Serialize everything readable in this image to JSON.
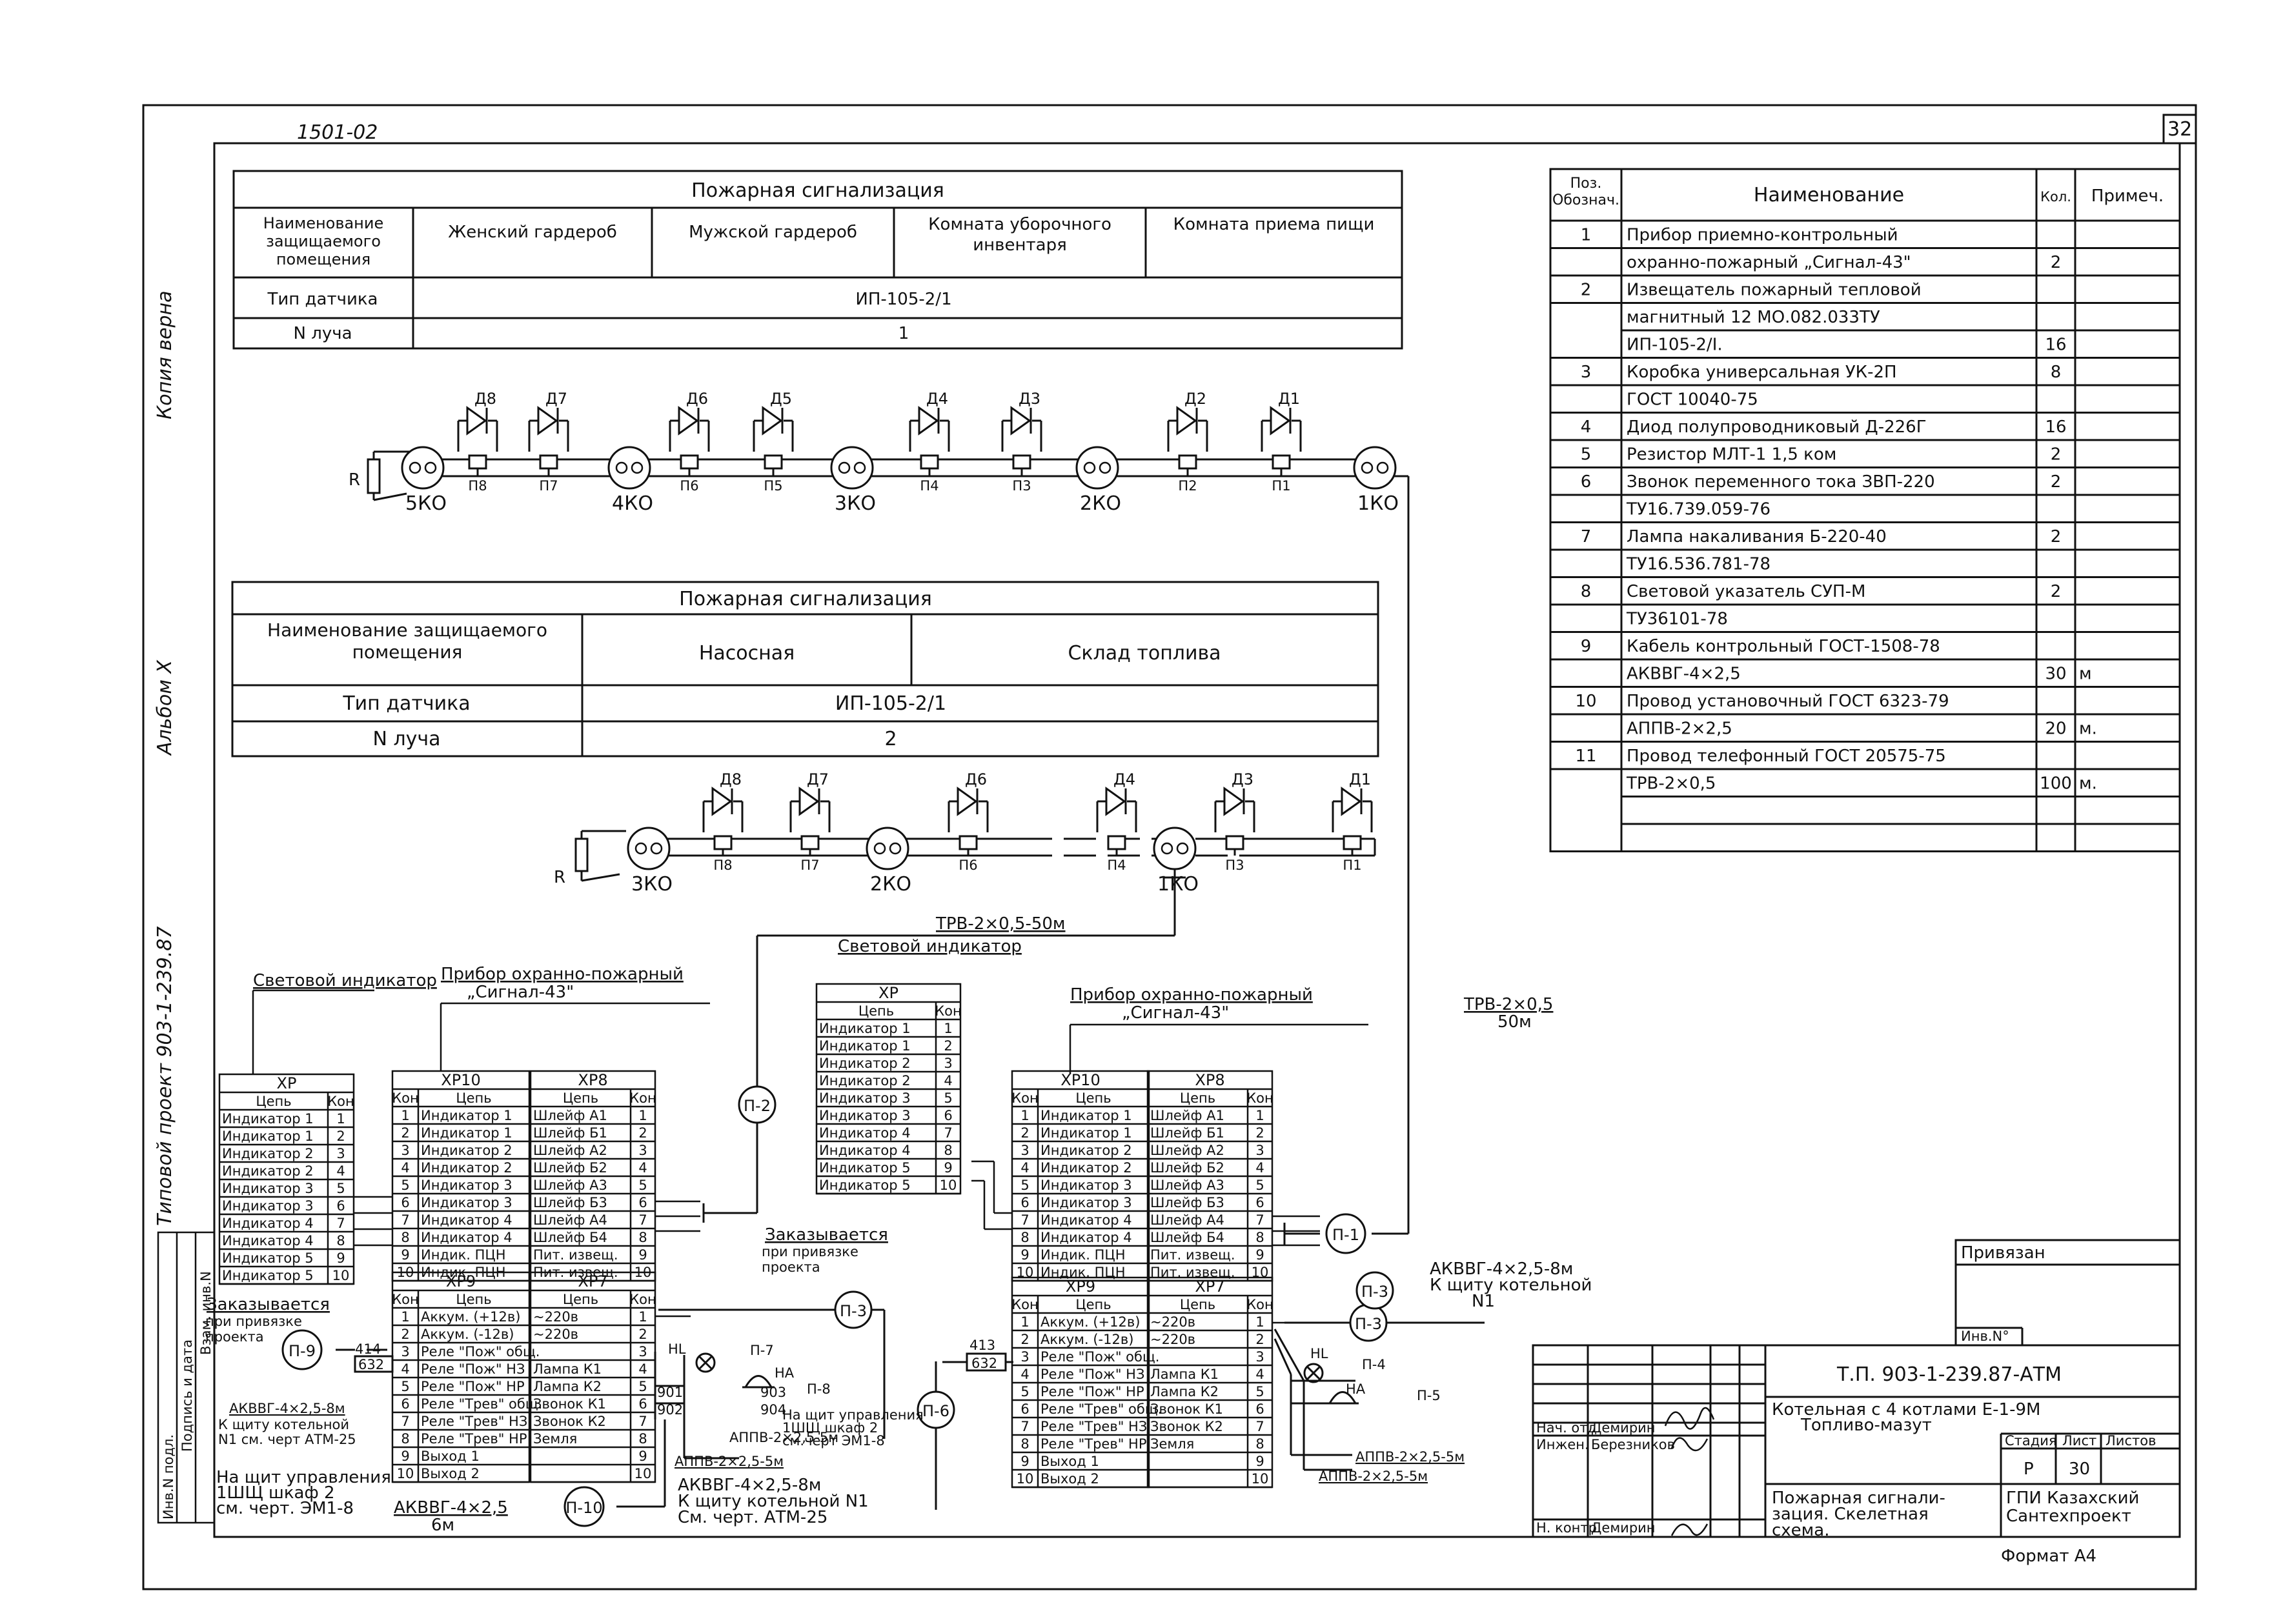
{
  "sheet": {
    "top_code": "1501-02",
    "sheet_number": "32",
    "format": "Формат А4"
  },
  "side": {
    "copy": "Копия верна",
    "album": "Альбом X",
    "project": "Типовой проект 903-1-239.87",
    "stamp_cols": [
      "Инв.N подл.",
      "Подпись и дата",
      "Взам. инв.N"
    ]
  },
  "table1": {
    "title": "Пожарная сигнализация",
    "row_label_room": "Наименование защищаемого помещения",
    "rooms": [
      "Женский гардероб",
      "Мужской гардероб",
      "Комната уборочного инвентаря",
      "Комната приема пищи"
    ],
    "row_label_type": "Тип датчика",
    "type_value": "ИП-105-2/1",
    "row_label_beam": "N луча",
    "beam_value": "1"
  },
  "table2": {
    "title": "Пожарная сигнализация",
    "row_label_room": "Наименование защищаемого помещения",
    "rooms": [
      "Насосная",
      "Склад топлива"
    ],
    "row_label_type": "Тип датчика",
    "type_value": "ИП-105-2/1",
    "row_label_beam": "N луча",
    "beam_value": "2"
  },
  "loop1": {
    "resistor": "R",
    "boxes": [
      "5КО",
      "4КО",
      "3КО",
      "2КО",
      "1КО"
    ],
    "diodes": [
      "Д8",
      "Д7",
      "Д6",
      "Д5",
      "Д4",
      "Д3",
      "Д2",
      "Д1"
    ],
    "detectors": [
      "П8",
      "П7",
      "П6",
      "П5",
      "П4",
      "П3",
      "П2",
      "П1"
    ]
  },
  "loop2": {
    "resistor": "R",
    "boxes": [
      "3КО",
      "2КО",
      "1КО"
    ],
    "diodes": [
      "Д8",
      "Д7",
      "Д6",
      "Д4",
      "Д3",
      "Д1"
    ],
    "detectors": [
      "П8",
      "П7",
      "П6",
      "П4",
      "П3",
      "П1"
    ]
  },
  "spec": {
    "headers": [
      "Поз. Обознач.",
      "Наименование",
      "Кол.",
      "Примеч."
    ],
    "rows": [
      {
        "pos": "1",
        "name": "Прибор приемно-контрольный",
        "qty": "",
        "note": ""
      },
      {
        "pos": "",
        "name": "охранно-пожарный „Сигнал-43\"",
        "qty": "2",
        "note": ""
      },
      {
        "pos": "2",
        "name": "Извещатель пожарный тепловой",
        "qty": "",
        "note": ""
      },
      {
        "pos": "",
        "name": "магнитный 12 МО.082.033ТУ",
        "qty": "",
        "note": ""
      },
      {
        "pos": "",
        "name": "ИП-105-2/I.",
        "qty": "16",
        "note": ""
      },
      {
        "pos": "3",
        "name": "Коробка универсальная УК-2П",
        "qty": "8",
        "note": ""
      },
      {
        "pos": "",
        "name": "ГОСТ 10040-75",
        "qty": "",
        "note": ""
      },
      {
        "pos": "4",
        "name": "Диод полупроводниковый Д-226Г",
        "qty": "16",
        "note": ""
      },
      {
        "pos": "5",
        "name": "Резистор МЛТ-1 1,5 ком",
        "qty": "2",
        "note": ""
      },
      {
        "pos": "6",
        "name": "Звонок переменного тока ЗВП-220",
        "qty": "2",
        "note": ""
      },
      {
        "pos": "",
        "name": "ТУ16.739.059-76",
        "qty": "",
        "note": ""
      },
      {
        "pos": "7",
        "name": "Лампа накаливания Б-220-40",
        "qty": "2",
        "note": ""
      },
      {
        "pos": "",
        "name": "ТУ16.536.781-78",
        "qty": "",
        "note": ""
      },
      {
        "pos": "8",
        "name": "Световой указатель СУП-М",
        "qty": "2",
        "note": ""
      },
      {
        "pos": "",
        "name": "ТУ36101-78",
        "qty": "",
        "note": ""
      },
      {
        "pos": "9",
        "name": "Кабель контрольный ГОСТ-1508-78",
        "qty": "",
        "note": ""
      },
      {
        "pos": "",
        "name": "АКВВГ-4×2,5",
        "qty": "30",
        "note": "м"
      },
      {
        "pos": "10",
        "name": "Провод установочный ГОСТ 6323-79",
        "qty": "",
        "note": ""
      },
      {
        "pos": "",
        "name": "АППВ-2×2,5",
        "qty": "20",
        "note": "м."
      },
      {
        "pos": "11",
        "name": "Провод телефонный ГОСТ 20575-75",
        "qty": "",
        "note": ""
      },
      {
        "pos": "",
        "name": "ТРВ-2×0,5",
        "qty": "100",
        "note": "м."
      },
      {
        "pos": "",
        "name": "",
        "qty": "",
        "note": ""
      },
      {
        "pos": "",
        "name": "",
        "qty": "",
        "note": ""
      }
    ]
  },
  "labels": {
    "svetovoy": "Световой индикатор",
    "pribor": "Прибор охранно-пожарный",
    "signal": "„Сигнал-43\"",
    "zakaz": "Заказывается",
    "zakaz_sub": "при привязке проекта",
    "trv_a": "ТРВ-2×0,5-50м",
    "trv_b": "ТРВ-2×0,5",
    "trv_b2": "50м",
    "akvvg8_a": "АКВВГ-4×2,5-8м",
    "akvvg8_b": "К щиту котельной",
    "akvvg8_c": "N1",
    "akvvg_left_a": "АКВВГ-4×2,5-8м",
    "akvvg_left_b": "К щиту котельной",
    "akvvg_left_c": "N1 см. черт АТМ-25",
    "akvvg_mid_a": "АКВВГ-4×2,5-8м",
    "akvvg_mid_b": "К щиту котельной N1",
    "akvvg_mid_c": "См. черт. АТМ-25",
    "akvvg6_a": "АКВВГ-4×2,5",
    "akvvg6_b": "6м",
    "appv_a": "АППВ-2×2,5-5м",
    "appv_b": "АППВ-2×2,5-5м",
    "appv_c": "АППВ-2×2,5-5м",
    "appv_d": "АППВ-2×2,5-5м",
    "na_shit_a": "На щит управления",
    "na_shit_b": "1ШЩ шкаф 2",
    "na_shit_c": "см. черт. ЭМ1-8",
    "na_shit2_a": "На щит управления",
    "na_shit2_b": "1ШЩ шкаф 2",
    "na_shit2_c": "см.черт ЭМ1-8",
    "hl": "НL",
    "ha": "НА",
    "n414": "414",
    "n632": "632",
    "n413": "413",
    "n632b": "632",
    "n901": "901",
    "n902": "902",
    "n903": "903",
    "n904": "904",
    "p1": "П-1",
    "p2": "П-2",
    "p3": "П-3",
    "p3b": "П-3",
    "p3c": "П-3",
    "p4": "П-4",
    "p5": "П-5",
    "p6": "П-6",
    "p7": "П-7",
    "p8": "П-8",
    "p9": "П-9",
    "p10": "П-10"
  },
  "xp_ind": {
    "title": "ХР",
    "headers": [
      "Цепь",
      "Кон"
    ],
    "rows": [
      [
        "Индикатор 1",
        "1"
      ],
      [
        "Индикатор 1",
        "2"
      ],
      [
        "Индикатор 2",
        "3"
      ],
      [
        "Индикатор 2",
        "4"
      ],
      [
        "Индикатор 3",
        "5"
      ],
      [
        "Индикатор 3",
        "6"
      ],
      [
        "Индикатор 4",
        "7"
      ],
      [
        "Индикатор 4",
        "8"
      ],
      [
        "Индикатор 5",
        "9"
      ],
      [
        "Индикатор 5",
        "10"
      ]
    ]
  },
  "xp10": {
    "title": "ХР10",
    "headers": [
      "Кон",
      "Цепь"
    ],
    "rows": [
      [
        "1",
        "Индикатор 1"
      ],
      [
        "2",
        "Индикатор 1"
      ],
      [
        "3",
        "Индикатор 2"
      ],
      [
        "4",
        "Индикатор 2"
      ],
      [
        "5",
        "Индикатор 3"
      ],
      [
        "6",
        "Индикатор 3"
      ],
      [
        "7",
        "Индикатор 4"
      ],
      [
        "8",
        "Индикатор 4"
      ],
      [
        "9",
        "Индик. ПЦН"
      ],
      [
        "10",
        "Индик. ПЦН"
      ]
    ]
  },
  "xp8": {
    "title": "ХР8",
    "headers": [
      "Цепь",
      "Кон"
    ],
    "rows": [
      [
        "Шлейф А1",
        "1"
      ],
      [
        "Шлейф Б1",
        "2"
      ],
      [
        "Шлейф А2",
        "3"
      ],
      [
        "Шлейф Б2",
        "4"
      ],
      [
        "Шлейф А3",
        "5"
      ],
      [
        "Шлейф Б3",
        "6"
      ],
      [
        "Шлейф А4",
        "7"
      ],
      [
        "Шлейф Б4",
        "8"
      ],
      [
        "Пит. извещ.",
        "9"
      ],
      [
        "Пит. извещ.",
        "10"
      ]
    ]
  },
  "xp9": {
    "title": "ХР9",
    "headers": [
      "Кон",
      "Цепь"
    ],
    "rows": [
      [
        "1",
        "Аккум. (+12в)"
      ],
      [
        "2",
        "Аккум. (-12в)"
      ],
      [
        "3",
        "Реле \"Пож\" общ."
      ],
      [
        "4",
        "Реле \"Пож\" НЗ"
      ],
      [
        "5",
        "Реле \"Пож\" НР"
      ],
      [
        "6",
        "Реле \"Трев\" общ."
      ],
      [
        "7",
        "Реле \"Трев\" НЗ"
      ],
      [
        "8",
        "Реле \"Трев\" НР"
      ],
      [
        "9",
        "Выход 1"
      ],
      [
        "10",
        "Выход 2"
      ]
    ]
  },
  "xp7": {
    "title": "ХР7",
    "headers": [
      "Цепь",
      "Кон"
    ],
    "rows": [
      [
        "~220в",
        "1"
      ],
      [
        "~220в",
        "2"
      ],
      [
        "",
        "3"
      ],
      [
        "Лампа К1",
        "4"
      ],
      [
        "Лампа К2",
        "5"
      ],
      [
        "Звонок К1",
        "6"
      ],
      [
        "Звонок К2",
        "7"
      ],
      [
        "Земля",
        "8"
      ],
      [
        "",
        "9"
      ],
      [
        "",
        "10"
      ]
    ]
  },
  "stamp": {
    "privyazan": "Привязан",
    "inv": "Инв.N°",
    "code": "Т.П. 903-1-239.87-АТМ",
    "title1": "Котельная с 4 котлами Е-1-9М",
    "title2": "Топливо-мазут",
    "role1": "Нач. отд.",
    "name1": "Демирин",
    "role2": "Инжен.",
    "name2": "Березников",
    "role3": "Н. контр.",
    "name3": "Демирин",
    "stage_h": "Стадия",
    "sheet_h": "Лист",
    "sheets_h": "Листов",
    "stage": "Р",
    "sheet": "30",
    "desc1": "Пожарная сигнали-",
    "desc2": "зация. Скелетная",
    "desc3": "схема.",
    "org1": "ГПИ Казахский",
    "org2": "Сантехпроект"
  }
}
